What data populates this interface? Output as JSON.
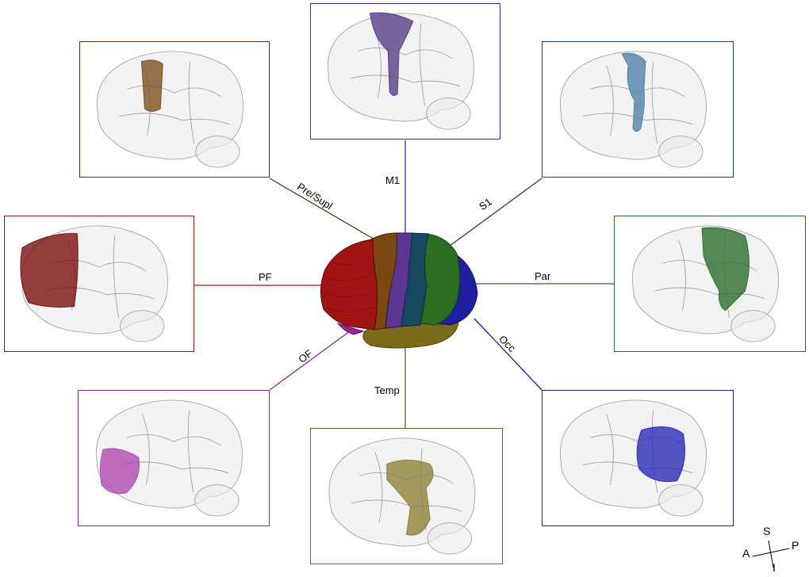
{
  "regions": [
    {
      "key": "pre",
      "label": "Pre/Supl",
      "color": "#5a3414",
      "fiber": "#7a5020"
    },
    {
      "key": "m1",
      "label": "M1",
      "color": "#3b2a8e",
      "fiber": "#5a3f8a"
    },
    {
      "key": "s1",
      "label": "S1",
      "color": "#1e3d63",
      "fiber": "#4d82a8"
    },
    {
      "key": "pf",
      "label": "PF",
      "color": "#8b1c1c",
      "fiber": "#7a1010"
    },
    {
      "key": "par",
      "label": "Par",
      "color": "#2c6b2c",
      "fiber": "#2a6e2a"
    },
    {
      "key": "of",
      "label": "OF",
      "color": "#8c2a8c",
      "fiber": "#b04ab0"
    },
    {
      "key": "temp",
      "label": "Temp",
      "color": "#6e6420",
      "fiber": "#8e8238"
    },
    {
      "key": "occ",
      "label": "Occ",
      "color": "#1f1f9a",
      "fiber": "#2a2ab8"
    }
  ],
  "compass": {
    "superior": "S",
    "inferior": "I",
    "anterior": "A",
    "posterior": "P"
  }
}
